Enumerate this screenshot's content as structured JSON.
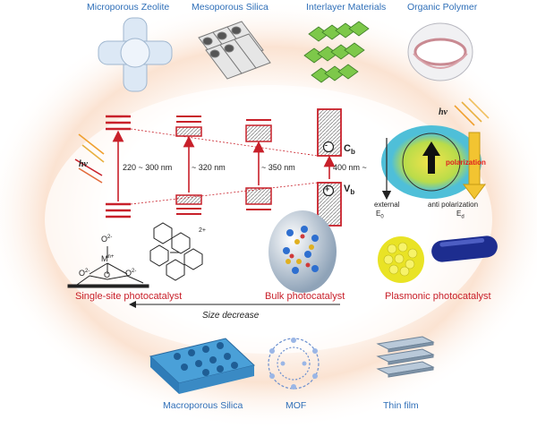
{
  "top_materials": {
    "zeolite": "Microporous Zeolite",
    "silica": "Mesoporous Silica",
    "interlayer": "Interlayer Materials",
    "polymer": "Organic Polymer"
  },
  "bottom_materials": {
    "macroporous": "Macroporous Silica",
    "mof": "MOF",
    "thinfilm": "Thin film"
  },
  "categories": {
    "single_site": "Single-site photocatalyst",
    "bulk": "Bulk photocatalyst",
    "plasmonic": "Plasmonic photocatalyst"
  },
  "bandgap": {
    "hv": "hv",
    "w1": "220 ~ 300 nm",
    "w2": "~ 320 nm",
    "w3": "~ 350 nm",
    "w4": "400 nm ~",
    "cb": "C",
    "cb_sub": "b",
    "vb": "V",
    "vb_sub": "b",
    "minus": "-",
    "plus": "+"
  },
  "plasmonic": {
    "hv": "hv",
    "polarization": "polarization",
    "external": "external",
    "e0": "E",
    "e0_sub": "0",
    "anti": "anti polarization",
    "ed": "E",
    "ed_sub": "d"
  },
  "single_site": {
    "o_top": "O",
    "o_top_sup": "2-",
    "metal": "M",
    "metal_sup": "n+",
    "o_left": "O",
    "o_left_sup": "2-",
    "o_mid": "O",
    "o_right": "O",
    "o_right_sup": "2-",
    "complex_charge": "2+"
  },
  "size_decrease": "Size decrease",
  "colors": {
    "red": "#c8202a",
    "blue": "#2f6fb8",
    "glow": "#f6c9a8",
    "green": "#7dc84a",
    "navy": "#1d2d8f"
  }
}
